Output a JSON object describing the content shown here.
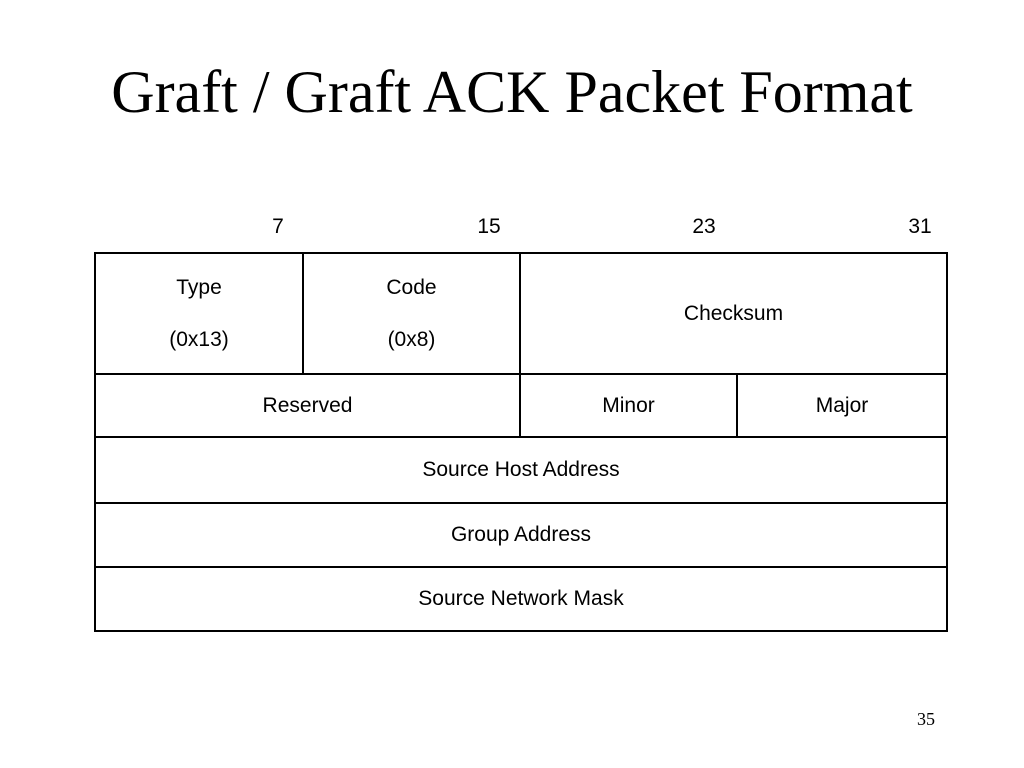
{
  "slide": {
    "title": "Graft / Graft ACK Packet Format",
    "number": "35"
  },
  "bit_labels": [
    "7",
    "15",
    "23",
    "31"
  ],
  "packet": {
    "type_label": "Type",
    "type_value": "(0x13)",
    "code_label": "Code",
    "code_value": "(0x8)",
    "checksum": "Checksum",
    "reserved": "Reserved",
    "minor": "Minor",
    "major": "Major",
    "source_host_address": "Source Host Address",
    "group_address": "Group Address",
    "source_network_mask": "Source Network Mask"
  }
}
